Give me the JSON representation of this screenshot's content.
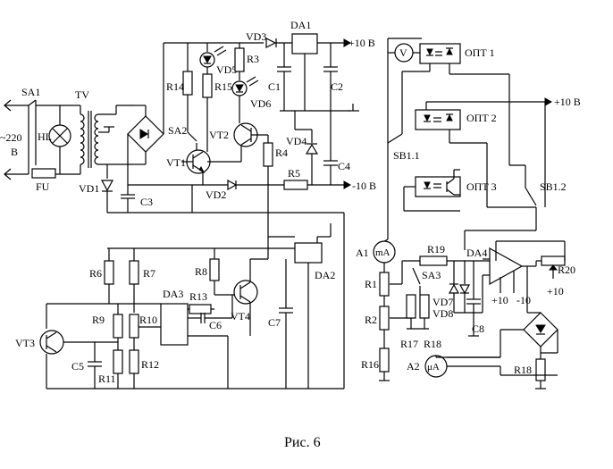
{
  "caption": "Рис. 6",
  "mains": {
    "voltage": "~220",
    "unit": "В"
  },
  "labels": {
    "SA1": "SA1",
    "TV": "TV",
    "HL": "HL",
    "FU": "FU",
    "VD1": "VD1",
    "C3": "C3",
    "SA2": "SA2",
    "VT1": "VT1",
    "VT2": "VT2",
    "VD2": "VD2",
    "R14": "R14",
    "R15": "R15",
    "VD5": "VD5",
    "VD6": "VD6",
    "R3": "R3",
    "VD3": "VD3",
    "DA1": "DA1",
    "C1": "C1",
    "C2": "C2",
    "VD4": "VD4",
    "C4": "C4",
    "R4": "R4",
    "R5": "R5",
    "pos10": "+10 В",
    "neg10": "-10 В",
    "R6": "R6",
    "R7": "R7",
    "R8": "R8",
    "DA3": "DA3",
    "R13": "R13",
    "C6": "C6",
    "VT4": "VT4",
    "R9": "R9",
    "R10": "R10",
    "R11": "R11",
    "R12": "R12",
    "VT3": "VT3",
    "C5": "C5",
    "C7": "C7",
    "DA2": "DA2",
    "V": "V",
    "OPT1": "ОПТ 1",
    "OPT2": "ОПТ 2",
    "OPT3": "ОПТ 3",
    "SB11": "SB1.1",
    "SB12": "SB1.2",
    "A1": "A1",
    "mA": "mA",
    "R1": "R1",
    "R2": "R2",
    "R16": "R16",
    "R19": "R19",
    "DA4": "DA4",
    "SA3": "SA3",
    "VD7": "VD7",
    "VD8": "VD8",
    "C8": "C8",
    "R17": "R17",
    "R18a": "R18",
    "R18b": "R18",
    "p10a": "+10",
    "m10": "-10",
    "p10b": "+10",
    "R20": "R20",
    "A2": "A2",
    "uA": "μA"
  }
}
